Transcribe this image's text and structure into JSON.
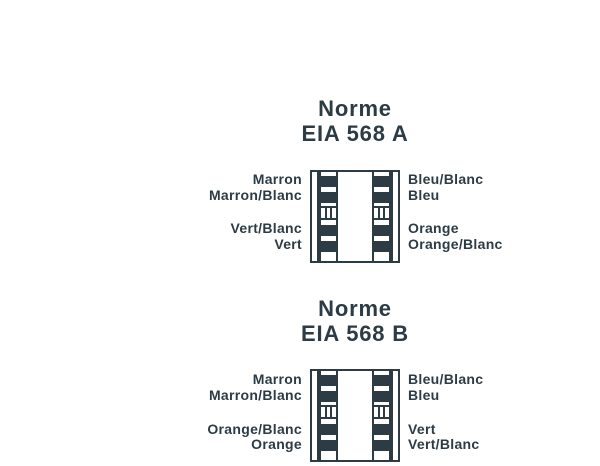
{
  "colors": {
    "ink": "#2d3b45",
    "background": "#ffffff"
  },
  "sections": [
    {
      "title_line1": "Norme",
      "title_line2": "EIA 568 A",
      "left_labels": [
        "Marron",
        "Marron/Blanc",
        "Vert/Blanc",
        "Vert"
      ],
      "right_labels": [
        "Bleu/Blanc",
        "Bleu",
        "Orange",
        "Orange/Blanc"
      ]
    },
    {
      "title_line1": "Norme",
      "title_line2": "EIA 568 B",
      "left_labels": [
        "Marron",
        "Marron/Blanc",
        "Orange/Blanc",
        "Orange"
      ],
      "right_labels": [
        "Bleu/Blanc",
        "Bleu",
        "Vert",
        "Vert/Blanc"
      ]
    }
  ]
}
